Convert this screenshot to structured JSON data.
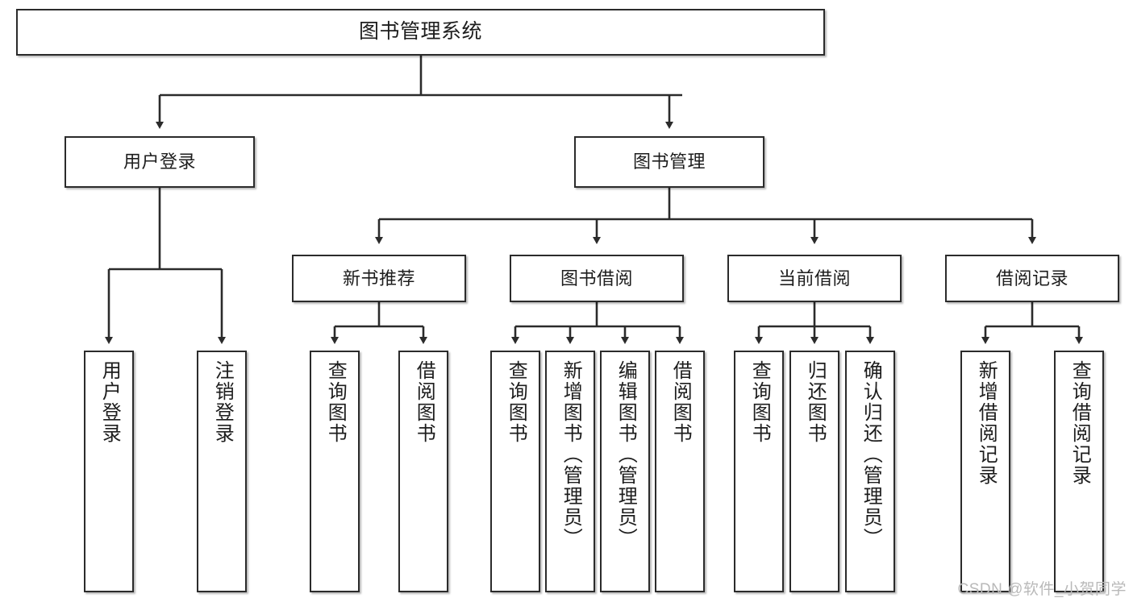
{
  "diagram": {
    "type": "tree-hierarchy-chart",
    "title": "图书管理系统",
    "watermark": "CSDN @软件_小贺同学",
    "colors": {
      "box_border": "#2b2b2b",
      "box_fill": "#ffffff",
      "connector": "#2b2b2b",
      "text": "#1d1d1d",
      "watermark": "#b9b9b9",
      "background": "#ffffff"
    },
    "nodes": {
      "root": {
        "label": "图书管理系统"
      },
      "level2": [
        {
          "label": "用户登录"
        },
        {
          "label": "图书管理"
        }
      ],
      "level3": [
        {
          "label": "新书推荐"
        },
        {
          "label": "图书借阅"
        },
        {
          "label": "当前借阅"
        },
        {
          "label": "借阅记录"
        }
      ],
      "leaves": {
        "user_login": [
          {
            "label": "用户登录"
          },
          {
            "label": "注销登录"
          }
        ],
        "new_book_recommend": [
          {
            "label": "查询图书"
          },
          {
            "label": "借阅图书"
          }
        ],
        "book_borrow": [
          {
            "label": "查询图书"
          },
          {
            "label": "新增图书（管理员）"
          },
          {
            "label": "编辑图书（管理员）"
          },
          {
            "label": "借阅图书"
          }
        ],
        "current_borrow": [
          {
            "label": "查询图书"
          },
          {
            "label": "归还图书"
          },
          {
            "label": "确认归还（管理员）"
          }
        ],
        "borrow_record": [
          {
            "label": "新增借阅记录"
          },
          {
            "label": "查询借阅记录"
          }
        ]
      }
    }
  }
}
